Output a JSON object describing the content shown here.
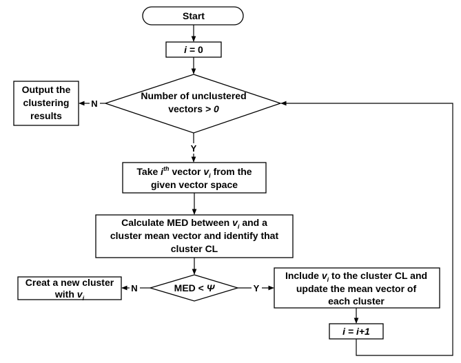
{
  "nodes": {
    "start": {
      "text": "Start"
    },
    "init": {
      "var": "i",
      "op": " = 0"
    },
    "decision_unclustered": {
      "line1": "Number of unclustered",
      "line2_prefix": "vectors",
      "line2_suffix": " > 0"
    },
    "output": {
      "line1": "Output the",
      "line2": "clustering",
      "line3": "results"
    },
    "take": {
      "prefix": "Take ",
      "i": "i",
      "sup": "th",
      "mid": " vector ",
      "v": "v",
      "sub": "i",
      "suffix": " from the",
      "line2": "given vector space"
    },
    "calculate": {
      "prefix": "Calculate MED between ",
      "v": "v",
      "sub": "i",
      "suffix": " and a",
      "line2": "cluster mean vector and identify that",
      "line3": "cluster CL"
    },
    "decision_med": {
      "prefix": "MED < ",
      "psi": "Ψ"
    },
    "create": {
      "line1": "Creat a new cluster",
      "line2_prefix": "with ",
      "v": "v",
      "sub": "i"
    },
    "include": {
      "prefix": "Include ",
      "v": "v",
      "sub": "i",
      "suffix": " to the cluster CL and",
      "line2": "update the mean vector of",
      "line3": "each cluster"
    },
    "increment": {
      "text": "i = i+1"
    }
  },
  "edge_labels": {
    "no1": "N",
    "yes1": "Y",
    "no2": "N",
    "yes2": "Y"
  }
}
